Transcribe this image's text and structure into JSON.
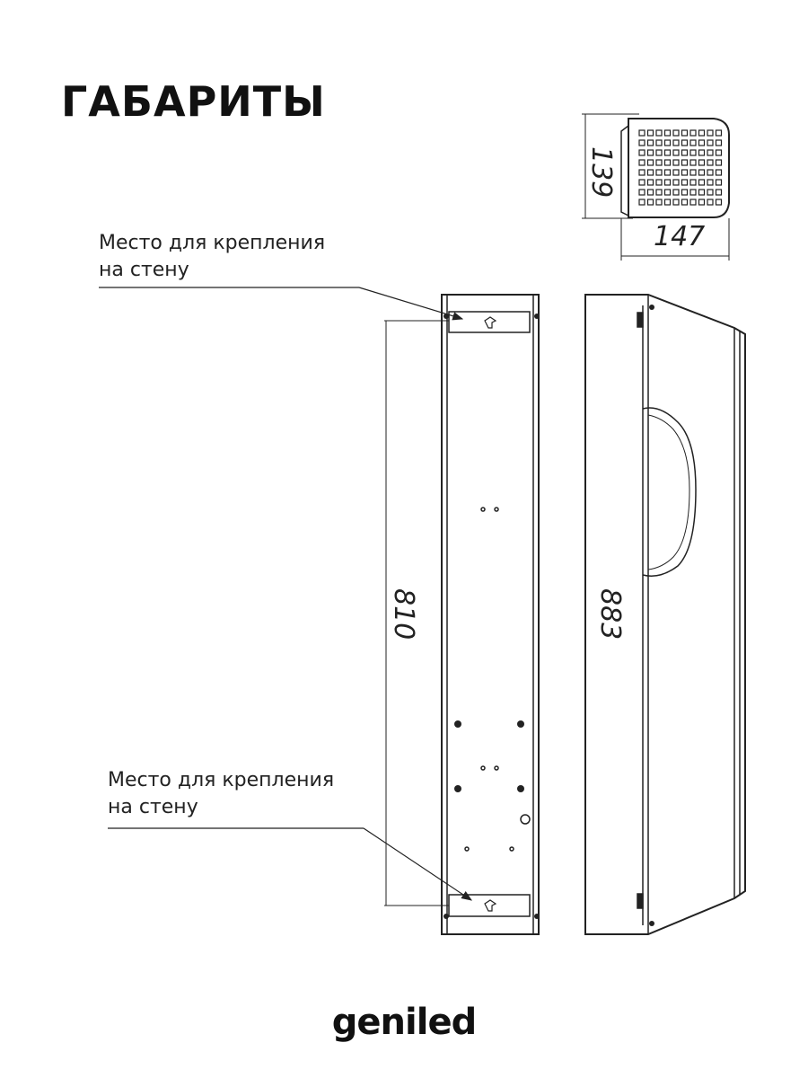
{
  "title": "ГАБАРИТЫ",
  "labels": {
    "top": {
      "line1": "Место для крепления",
      "line2": "на стену"
    },
    "bottom": {
      "line1": "Место для крепления",
      "line2": "на стену"
    }
  },
  "dimensions": {
    "height_cross_section": "139",
    "width_cross_section": "147",
    "mount_spacing": "810",
    "total_height": "883"
  },
  "brand": "geniled"
}
